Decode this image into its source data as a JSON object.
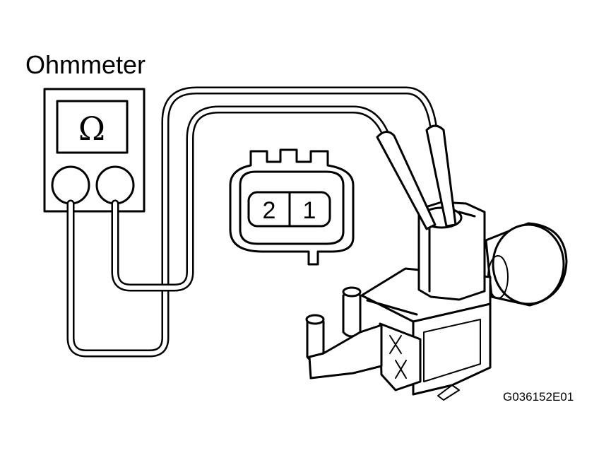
{
  "meter": {
    "label": "Ohmmeter",
    "symbol": "Ω"
  },
  "connector": {
    "pins": [
      "2",
      "1"
    ]
  },
  "figure_code": "G036152E01"
}
